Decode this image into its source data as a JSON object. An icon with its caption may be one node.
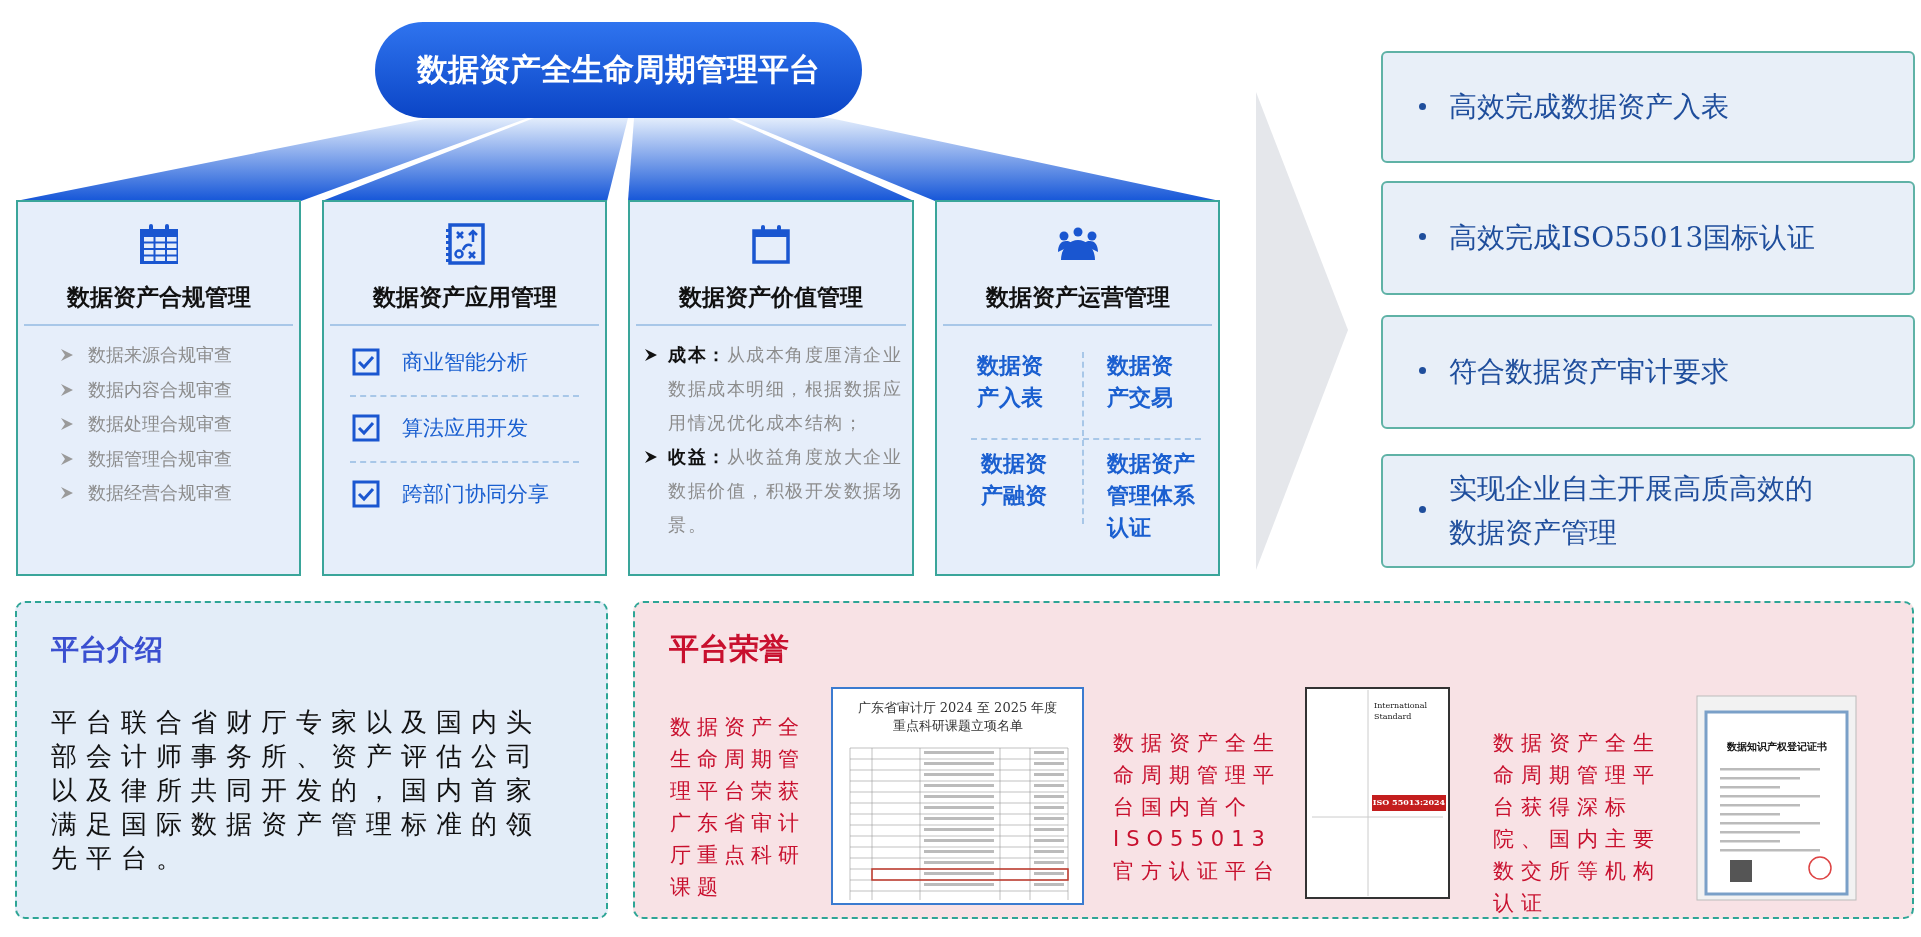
{
  "diagram": {
    "nodes": [
      {
        "text": [
          "数据资产全生命周期管理平台"
        ]
      },
      {
        "text": [
          "数据资产合规管理",
          "数据来源合规审查",
          "数据内容合规审查",
          "数据处理合规审查",
          "数据管理合规审查",
          "数据经营合规审查"
        ]
      },
      {
        "text": [
          "数据资产应用管理",
          "商业智能分析",
          "算法应用开发",
          "跨部门协同分享"
        ]
      },
      {
        "text": [
          "数据资产价值管理",
          "**成本：**从成本角度厘清企业数据成本明细，根据数据应用情况优化成本结构；",
          "**收益：**从收益角度放大企业数据价值，积极开发数据场景。"
        ]
      },
      {
        "text": [
          "数据资产运营管理",
          "数据资产入表",
          "数据资产交易",
          "数据资产融资",
          "数据资产管理体系认证"
        ]
      },
      {
        "text": [
          "高效完成数据资产入表"
        ]
      },
      {
        "text": [
          "高效完成ISO55013国标认证"
        ]
      },
      {
        "text": [
          "符合数据资产审计要求"
        ]
      },
      {
        "text": [
          "实现企业自主开展高质高效的数据资产管理"
        ]
      },
      {
        "text": [
          "平台介绍",
          "平台联合省财厅专家以及国内头部会计师事务所、资产评估公司以及律所共同开发的，国内首家满足国际数据资产管理标准的领先平台。"
        ]
      },
      {
        "text": [
          "平台荣誉",
          "数据资产全生命周期管理平台荣获广东省审计厅重点科研课题",
          "数据资产全生命周期管理平台国内首个ISO55013官方认证平台",
          "数据资产全生命周期管理平台获得深标院、国内主要数交所等机构认证"
        ]
      }
    ],
    "labels": [
      "广东省审计厅 2024 至 2025 年度",
      "重点科研课题立项名单",
      "International Standard",
      "ISO 55013:2024",
      "数据知识产权登记证书"
    ]
  }
}
